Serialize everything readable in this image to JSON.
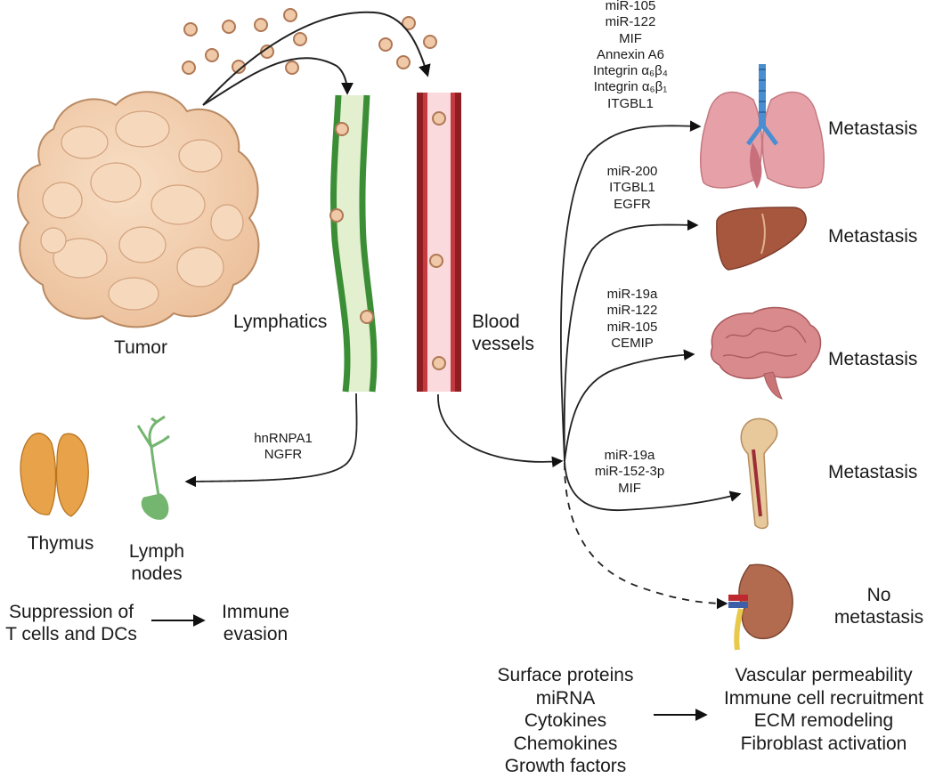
{
  "colors": {
    "tumor": "#f2cfae",
    "tumor_outline": "#b98a63",
    "vesicle": "#efc9a8",
    "vesicle_outline": "#b07855",
    "lymph_outer": "#3b8e35",
    "lymph_inner": "#e2f0cf",
    "vessel_outer": "#8f1d22",
    "vessel_inner": "#fadadd",
    "lung": "#e6a1a8",
    "trachea": "#4a8ed1",
    "liver": "#a8573f",
    "brain": "#d98a8c",
    "bone": "#e8c99b",
    "kidney": "#b26b4f",
    "thymus": "#e8a24a",
    "lymph_node": "#74b56f",
    "arrow": "#111111"
  },
  "labels": {
    "tumor": "Tumor",
    "lymphatics": "Lymphatics",
    "blood_vessels": [
      "Blood",
      "vessels"
    ],
    "thymus": "Thymus",
    "lymph_nodes": [
      "Lymph",
      "nodes"
    ],
    "suppression": [
      "Suppression of",
      "T cells and DCs"
    ],
    "immune_evasion": [
      "Immune",
      "evasion"
    ]
  },
  "lymph_markers": [
    "hnRNPA1",
    "NGFR"
  ],
  "organs": [
    {
      "name": "lung-metastasis",
      "icon": "lung-icon",
      "markers": [
        "miR-105",
        "miR-122",
        "MIF",
        "Annexin A6",
        "Integrin α₆β₄",
        "Integrin α₆β₁",
        "ITGBL1"
      ],
      "outcome": [
        "Metastasis"
      ]
    },
    {
      "name": "liver-metastasis",
      "icon": "liver-icon",
      "markers": [
        "miR-200",
        "ITGBL1",
        "EGFR"
      ],
      "outcome": [
        "Metastasis"
      ]
    },
    {
      "name": "brain-metastasis",
      "icon": "brain-icon",
      "markers": [
        "miR-19a",
        "miR-122",
        "miR-105",
        "CEMIP"
      ],
      "outcome": [
        "Metastasis"
      ]
    },
    {
      "name": "bone-metastasis",
      "icon": "bone-icon",
      "markers": [
        "miR-19a",
        "miR-152-3p",
        "MIF"
      ],
      "outcome": [
        "Metastasis"
      ]
    },
    {
      "name": "kidney-no-metastasis",
      "icon": "kidney-icon",
      "markers": [],
      "outcome": [
        "No",
        "metastasis"
      ]
    }
  ],
  "cargo": [
    "Surface proteins",
    "miRNA",
    "Cytokines",
    "Chemokines",
    "Growth factors"
  ],
  "effects": [
    "Vascular permeability",
    "Immune cell recruitment",
    "ECM remodeling",
    "Fibroblast activation"
  ]
}
